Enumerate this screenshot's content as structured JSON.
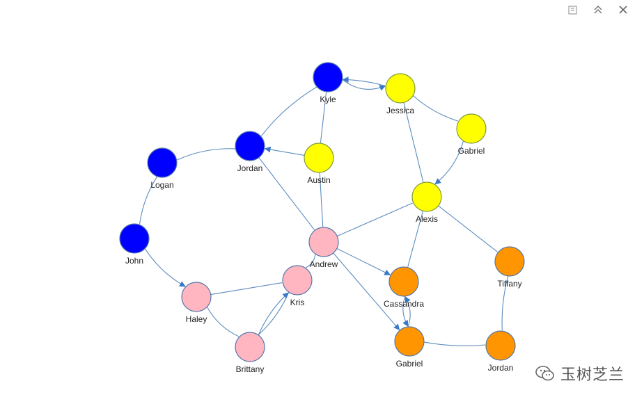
{
  "watermark": {
    "text": "玉树芝兰",
    "icon": "wechat-icon"
  },
  "toolbar": {
    "icons": [
      "export-icon",
      "collapse-icon",
      "close-icon"
    ]
  },
  "colors": {
    "blue": "#0000ff",
    "yellow": "#ffff00",
    "pink": "#ffb6c1",
    "orange": "#ff9500",
    "edge": "#5b8bbd",
    "node_stroke": "#5577aa"
  },
  "nodes": [
    {
      "id": "kyle",
      "label": "Kyle",
      "group": "blue"
    },
    {
      "id": "jessica",
      "label": "Jessica",
      "group": "yellow"
    },
    {
      "id": "gabriel_y",
      "label": "Gabriel",
      "group": "yellow"
    },
    {
      "id": "jordan_b",
      "label": "Jordan",
      "group": "blue"
    },
    {
      "id": "austin",
      "label": "Austin",
      "group": "yellow"
    },
    {
      "id": "logan",
      "label": "Logan",
      "group": "blue"
    },
    {
      "id": "alexis",
      "label": "Alexis",
      "group": "yellow"
    },
    {
      "id": "john",
      "label": "John",
      "group": "blue"
    },
    {
      "id": "andrew",
      "label": "Andrew",
      "group": "pink"
    },
    {
      "id": "kris",
      "label": "Kris",
      "group": "pink"
    },
    {
      "id": "haley",
      "label": "Haley",
      "group": "pink"
    },
    {
      "id": "brittany",
      "label": "Brittany",
      "group": "pink"
    },
    {
      "id": "cassandra",
      "label": "Cassandra",
      "group": "orange"
    },
    {
      "id": "tiffany",
      "label": "Tiffany",
      "group": "orange"
    },
    {
      "id": "gabriel_o",
      "label": "Gabriel",
      "group": "orange"
    },
    {
      "id": "jordan_o",
      "label": "Jordan",
      "group": "orange"
    }
  ],
  "edges": [
    {
      "source": "kyle",
      "target": "jessica",
      "directed": true
    },
    {
      "source": "jessica",
      "target": "kyle",
      "directed": true
    },
    {
      "source": "kyle",
      "target": "jordan_b",
      "directed": false
    },
    {
      "source": "kyle",
      "target": "austin",
      "directed": false
    },
    {
      "source": "jessica",
      "target": "gabriel_y",
      "directed": false
    },
    {
      "source": "jessica",
      "target": "alexis",
      "directed": false
    },
    {
      "source": "gabriel_y",
      "target": "alexis",
      "directed": true
    },
    {
      "source": "austin",
      "target": "jordan_b",
      "directed": true
    },
    {
      "source": "austin",
      "target": "andrew",
      "directed": false
    },
    {
      "source": "jordan_b",
      "target": "logan",
      "directed": false
    },
    {
      "source": "jordan_b",
      "target": "andrew",
      "directed": false
    },
    {
      "source": "logan",
      "target": "john",
      "directed": false
    },
    {
      "source": "john",
      "target": "haley",
      "directed": true
    },
    {
      "source": "haley",
      "target": "kris",
      "directed": false
    },
    {
      "source": "haley",
      "target": "brittany",
      "directed": false
    },
    {
      "source": "brittany",
      "target": "kris",
      "directed": true
    },
    {
      "source": "kris",
      "target": "brittany",
      "directed": false
    },
    {
      "source": "andrew",
      "target": "kris",
      "directed": false
    },
    {
      "source": "andrew",
      "target": "alexis",
      "directed": false
    },
    {
      "source": "andrew",
      "target": "cassandra",
      "directed": true
    },
    {
      "source": "andrew",
      "target": "gabriel_o",
      "directed": true
    },
    {
      "source": "alexis",
      "target": "cassandra",
      "directed": false
    },
    {
      "source": "alexis",
      "target": "tiffany",
      "directed": false
    },
    {
      "source": "cassandra",
      "target": "gabriel_o",
      "directed": true
    },
    {
      "source": "gabriel_o",
      "target": "cassandra",
      "directed": true
    },
    {
      "source": "tiffany",
      "target": "jordan_o",
      "directed": false
    },
    {
      "source": "gabriel_o",
      "target": "jordan_o",
      "directed": false
    }
  ]
}
